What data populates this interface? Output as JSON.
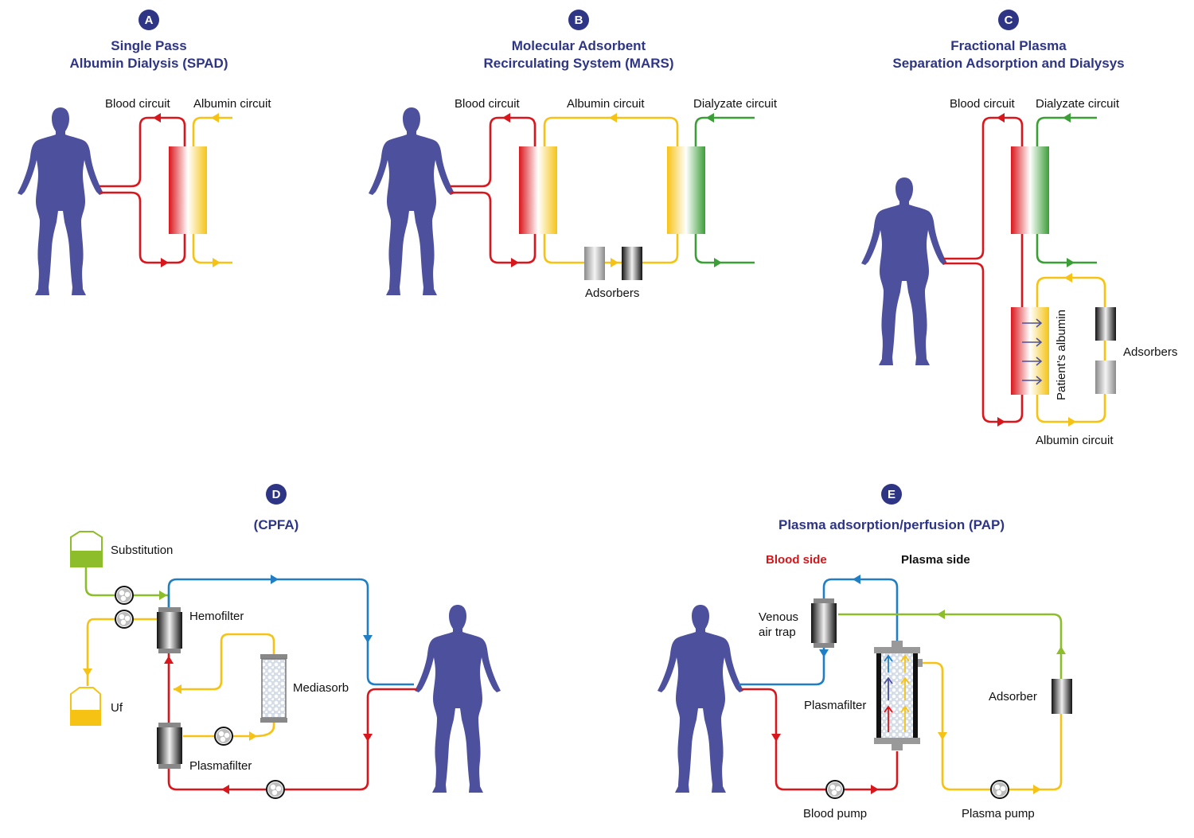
{
  "panels": {
    "A": {
      "badge": "A",
      "title_line1": "Single Pass",
      "title_line2": "Albumin Dialysis (SPAD)",
      "labels": {
        "blood": "Blood circuit",
        "albumin": "Albumin circuit"
      }
    },
    "B": {
      "badge": "B",
      "title_line1": "Molecular Adsorbent",
      "title_line2": "Recirculating System (MARS)",
      "labels": {
        "blood": "Blood circuit",
        "albumin": "Albumin circuit",
        "dialyzate": "Dialyzate circuit",
        "adsorbers": "Adsorbers"
      }
    },
    "C": {
      "badge": "C",
      "title_line1": "Fractional Plasma",
      "title_line2": "Separation Adsorption and Dialysys",
      "labels": {
        "blood": "Blood circuit",
        "dialyzate": "Dialyzate circuit",
        "patient_albumin": "Patient’s albumin",
        "adsorbers": "Adsorbers",
        "albumin": "Albumin circuit"
      }
    },
    "D": {
      "badge": "D",
      "title": "(CPFA)",
      "labels": {
        "substitution": "Substitution",
        "hemofilter": "Hemofilter",
        "mediasorb": "Mediasorb",
        "uf": "Uf",
        "plasmafilter": "Plasmafilter"
      }
    },
    "E": {
      "badge": "E",
      "title": "Plasma adsorption/perfusion (PAP)",
      "labels": {
        "blood_side": "Blood side",
        "plasma_side": "Plasma side",
        "venous_line1": "Venous",
        "venous_line2": "air trap",
        "plasmafilter": "Plasmafilter",
        "adsorber": "Adsorber",
        "blood_pump": "Blood pump",
        "plasma_pump": "Plasma pump"
      }
    }
  },
  "colors": {
    "title": "#2e3585",
    "human": "#4d509d",
    "blood": "#d9161c",
    "albumin": "#f6c314",
    "dialyzate": "#3b9e36",
    "substitution": "#8dbd2a",
    "return": "#1f7ec4"
  }
}
